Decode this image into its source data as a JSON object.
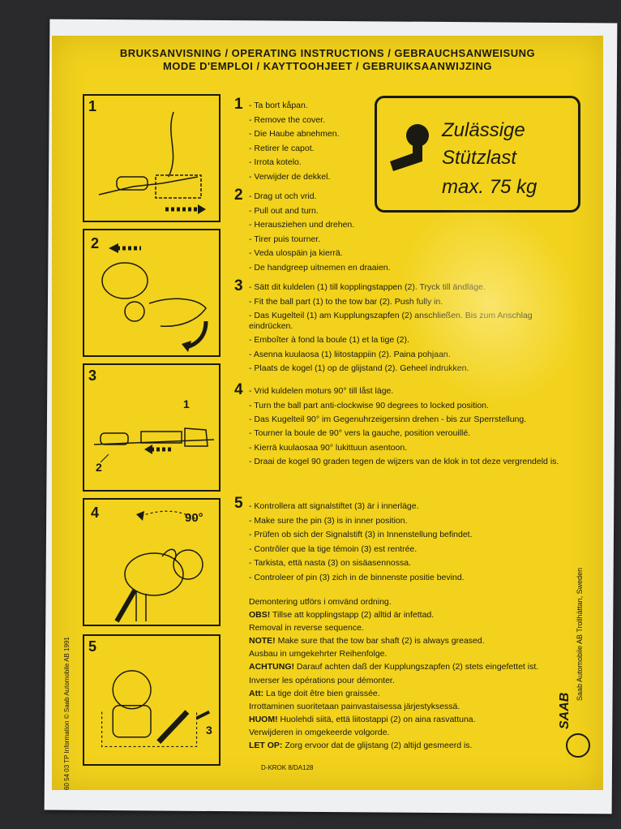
{
  "header": {
    "line1": "BRUKSANVISNING / OPERATING INSTRUCTIONS / GEBRAUCHSANWEISUNG",
    "line2": "MODE D'EMPLOI / KAYTTOOHJEET / GEBRUIKSAANWIJZING"
  },
  "panels": [
    {
      "num": "1"
    },
    {
      "num": "2"
    },
    {
      "num": "3",
      "label_a": "1",
      "label_b": "2"
    },
    {
      "num": "4",
      "angle": "90°"
    },
    {
      "num": "5",
      "label": "3"
    }
  ],
  "stamp": {
    "line1": "Zulässige",
    "line2": "Stützlast",
    "line3": "max. 75 kg"
  },
  "steps": [
    {
      "num": "1",
      "lines": [
        "Ta bort kåpan.",
        "Remove the cover.",
        "Die Haube abnehmen.",
        "Retirer le capot.",
        "Irrota kotelo.",
        "Verwijder de dekkel."
      ]
    },
    {
      "num": "2",
      "lines": [
        "Drag ut och vrid.",
        "Pull out and turn.",
        "Herausziehen und drehen.",
        "Tirer puis tourner.",
        "Veda ulospäin ja kierrä.",
        "De handgreep uitnemen en draaien."
      ]
    },
    {
      "num": "3",
      "lines": [
        "Sätt dit kuldelen (1) till kopplingstappen (2). Tryck till ändläge.",
        "Fit the ball part (1) to the tow bar (2). Push fully in.",
        "Das Kugelteil (1) am Kupplungszapfen (2) anschließen. Bis zum Anschlag eindrücken.",
        "Emboîter à fond la boule (1) et la tige (2).",
        "Asenna kuulaosa (1) liitostappiin (2). Paina pohjaan.",
        "Plaats de kogel (1) op de glijstand (2). Geheel indrukken."
      ]
    },
    {
      "num": "4",
      "lines": [
        "Vrid kuldelen moturs 90° till låst läge.",
        "Turn the ball part anti-clockwise 90 degrees to locked position.",
        "Das Kugelteil 90° im Gegenuhrzeigersinn drehen - bis zur Sperrstellung.",
        "Tourner la boule de 90° vers la gauche, position verouillé.",
        "Kierrä kuulaosaa 90° lukittuun asentoon.",
        "Draai de kogel 90 graden tegen de wijzers van de klok in tot deze vergrendeld is."
      ]
    },
    {
      "num": "5",
      "lines": [
        "Kontrollera att signalstiftet (3) är i innerläge.",
        "Make sure the pin (3) is in inner position.",
        "Prüfen ob sich der Signalstift (3) in Innenstellung befindet.",
        "Contrôler que la tige témoin (3) est rentrée.",
        "Tarkista, että nasta (3) on sisäasennossa.",
        "Controleer of pin (3) zich in de binnenste positie bevind."
      ]
    }
  ],
  "removal": [
    {
      "plain": "Demontering utförs i omvänd ordning.",
      "bold": "OBS!",
      "rest": " Tillse att kopplingstapp (2) alltid är infettad."
    },
    {
      "plain": "Removal in reverse sequence.",
      "bold": "NOTE!",
      "rest": " Make sure that the tow bar shaft (2) is always greased."
    },
    {
      "plain": "Ausbau in umgekehrter Reihenfolge.",
      "bold": "ACHTUNG!",
      "rest": " Darauf achten daß der Kupplungszapfen (2) stets eingefettet ist."
    },
    {
      "plain": "Inverser les opérations pour démonter.",
      "bold": "Att:",
      "rest": " La tige doit être bien graissée."
    },
    {
      "plain": "Irrottaminen suoritetaan painvastaisessa järjestyksessä.",
      "bold": "HUOM!",
      "rest": " Huolehdi siitä, että liitostappi (2) on aina rasvattuna."
    },
    {
      "plain": "Verwijderen in omgekeerde volgorde.",
      "bold": "LET OP:",
      "rest": " Zorg ervoor dat de glijstang (2) altijd gesmeerd is."
    }
  ],
  "footer_code": "D-KROK 8/DA128",
  "side_left": "60 54 03 TP Information © Saab Automobile AB 1991",
  "side_right": "Saab Automobile AB Trollhättan, Sweden",
  "brand": "SAAB",
  "colors": {
    "card": "#f2d21c",
    "ink": "#1a1a12",
    "background": "#2a2a2c"
  }
}
